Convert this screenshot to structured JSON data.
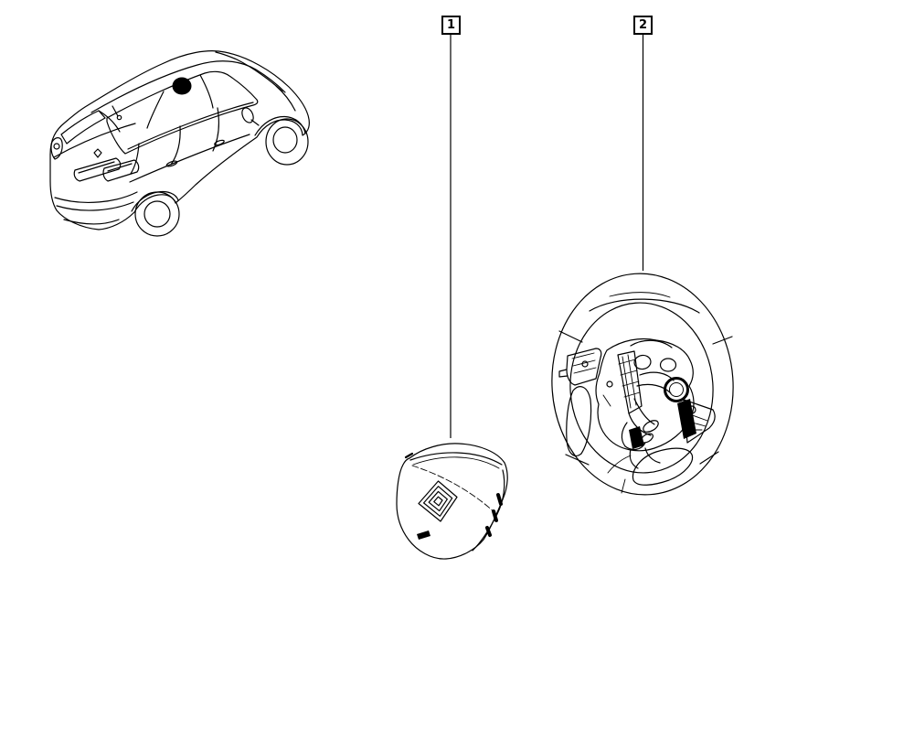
{
  "diagram": {
    "kind": "vehicle-parts-illustration",
    "colors": {
      "background": "#ffffff",
      "line": "#000000",
      "roof_marker": "#000000"
    },
    "vehicle_overview": {
      "description": "rear-three-quarter line drawing of SUV",
      "roof_marker_icon": "filled-circle"
    },
    "callouts": [
      {
        "label": "1",
        "part": "driver-airbag-module"
      },
      {
        "label": "2",
        "part": "steering-wheel"
      }
    ],
    "icons": {
      "roof_location_marker": "●",
      "renault_logo": "nested-diamond"
    }
  }
}
